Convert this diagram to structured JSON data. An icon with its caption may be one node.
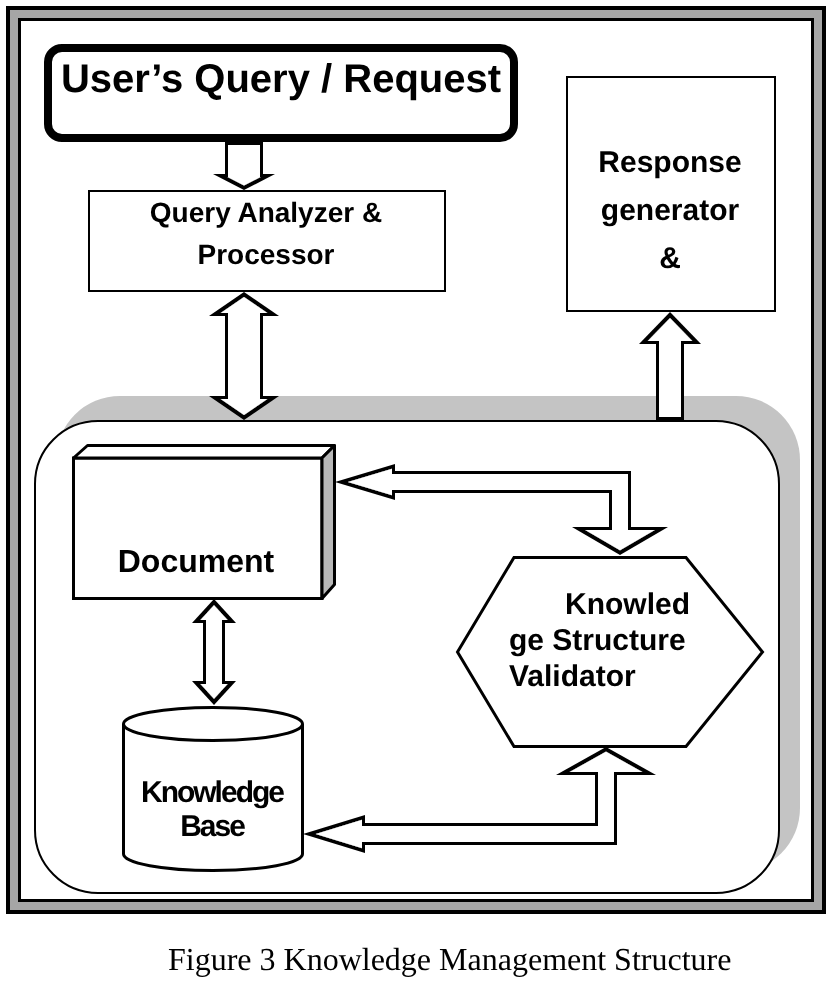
{
  "diagram": {
    "caption": "Figure 3 Knowledge Management Structure",
    "nodes": [
      {
        "text": [
          "User’s Query / Request"
        ]
      },
      {
        "text": [
          "Query Analyzer & Processor"
        ]
      },
      {
        "text": [
          "Response generator &"
        ]
      },
      {
        "text": [],
        "shape": "box"
      },
      {
        "text": [
          "Document"
        ],
        "in": 3
      },
      {
        "text": [
          "Knowledge Base"
        ],
        "in": 3
      },
      {
        "text": [
          "Knowled ge Structure Validator"
        ],
        "in": 3
      }
    ],
    "edges": [
      {
        "from": 0,
        "to": 1,
        "arrow": "to"
      },
      {
        "from": 1,
        "to": 3,
        "arrow": "both"
      },
      {
        "from": 3,
        "to": 2,
        "arrow": "to"
      },
      {
        "from": 4,
        "to": 6,
        "arrow": "both"
      },
      {
        "from": 4,
        "to": 5,
        "arrow": "both"
      },
      {
        "from": 5,
        "to": 6,
        "arrow": "both"
      }
    ]
  }
}
